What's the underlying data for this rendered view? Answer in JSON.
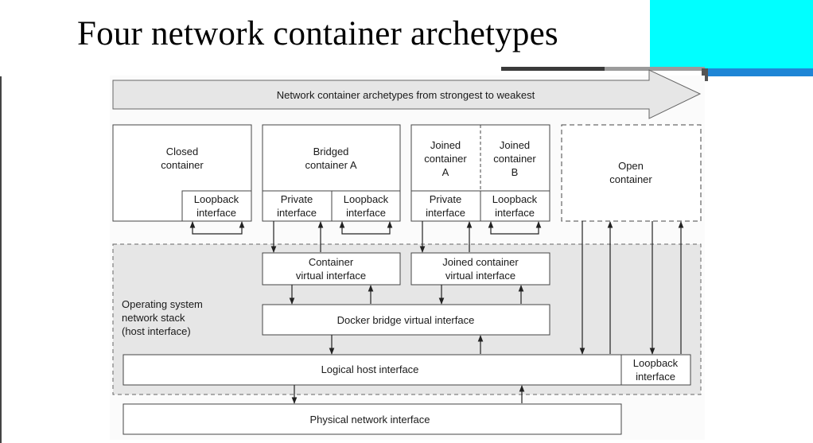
{
  "slide": {
    "title": "Four network container archetypes",
    "accent_color": "#00FFFF",
    "rule_colors": [
      "#3a3a3a",
      "#9b9b9b",
      "#1f86d6"
    ]
  },
  "diagram": {
    "arrow_label": "Network container archetypes from strongest to weakest",
    "closed_container": "Closed\ncontainer",
    "closed_loopback": "Loopback\ninterface",
    "bridged_container": "Bridged\ncontainer A",
    "bridged_private": "Private\ninterface",
    "bridged_loopback": "Loopback\ninterface",
    "joined_a": "Joined\ncontainer\nA",
    "joined_b": "Joined\ncontainer\nB",
    "joined_private": "Private\ninterface",
    "joined_loopback": "Loopback\ninterface",
    "open_container": "Open\ncontainer",
    "container_virtual": "Container\nvirtual interface",
    "joined_virtual": "Joined container\nvirtual interface",
    "os_stack": "Operating system\nnetwork stack\n(host interface)",
    "docker_bridge": "Docker bridge virtual interface",
    "logical_host": "Logical host interface",
    "host_loopback": "Loopback\ninterface",
    "physical": "Physical network interface"
  }
}
